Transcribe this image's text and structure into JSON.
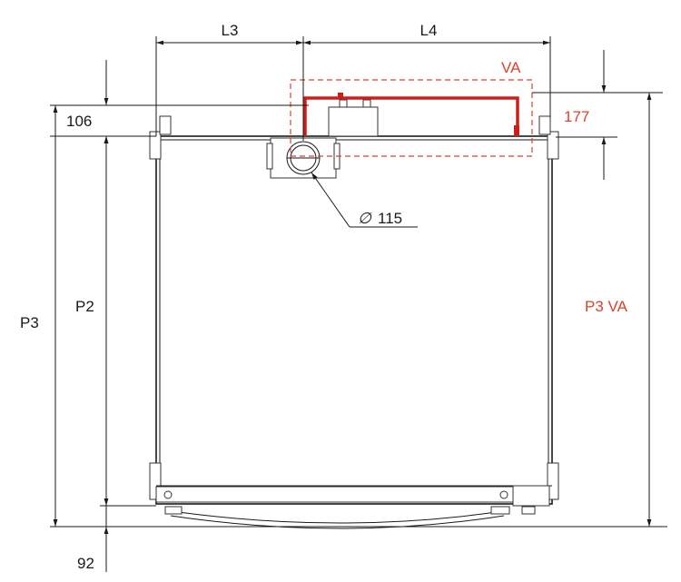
{
  "labels": {
    "l3": "L3",
    "l4": "L4",
    "va": "VA",
    "d106": "106",
    "d177": "177",
    "p3": "P3",
    "p2": "P2",
    "p3va": "P3 VA",
    "d92": "92",
    "phi115": "115",
    "phi_symbol": "∅"
  },
  "colors": {
    "accent_red": "#d9442a",
    "outline_red": "#cc1f1a",
    "line": "#1a1a1a"
  }
}
